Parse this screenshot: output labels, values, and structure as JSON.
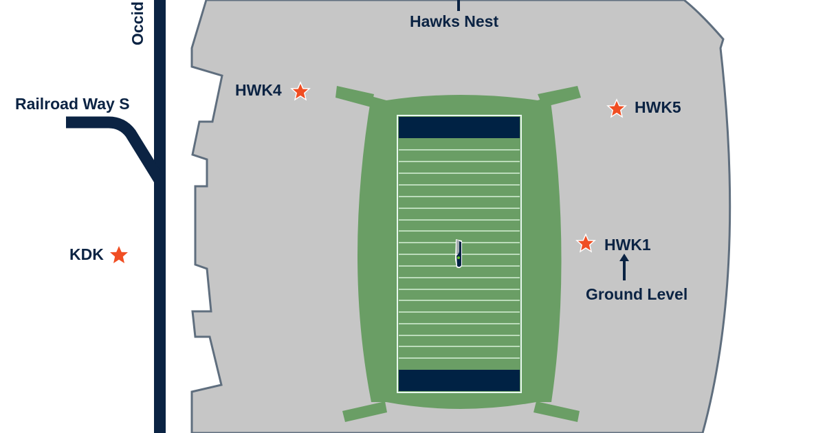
{
  "map": {
    "colors": {
      "background": "#ffffff",
      "stadium_fill": "#c6c6c6",
      "stadium_outline": "#5f6e7e",
      "field_green": "#6a9e65",
      "yard_lines": "#d8f0d8",
      "endzone_navy": "#002244",
      "road_navy": "#0b2343",
      "star_orange": "#f04e23",
      "text_navy": "#0b2343"
    },
    "streets": {
      "occidental": "Occid",
      "railroad": "Railroad Way S"
    },
    "locations": {
      "hawks_nest": "Hawks Nest",
      "hwk4": "HWK4",
      "hwk5": "HWK5",
      "hwk1": "HWK1",
      "kdk": "KDK",
      "ground_level": "Ground Level"
    },
    "markers": [
      {
        "id": "hwk4",
        "icon": "star-icon"
      },
      {
        "id": "hwk5",
        "icon": "star-icon"
      },
      {
        "id": "hwk1",
        "icon": "star-icon"
      },
      {
        "id": "kdk",
        "icon": "star-icon"
      }
    ],
    "field": {
      "yard_line_count": 19,
      "logo": "seahawks-logo-icon"
    }
  }
}
